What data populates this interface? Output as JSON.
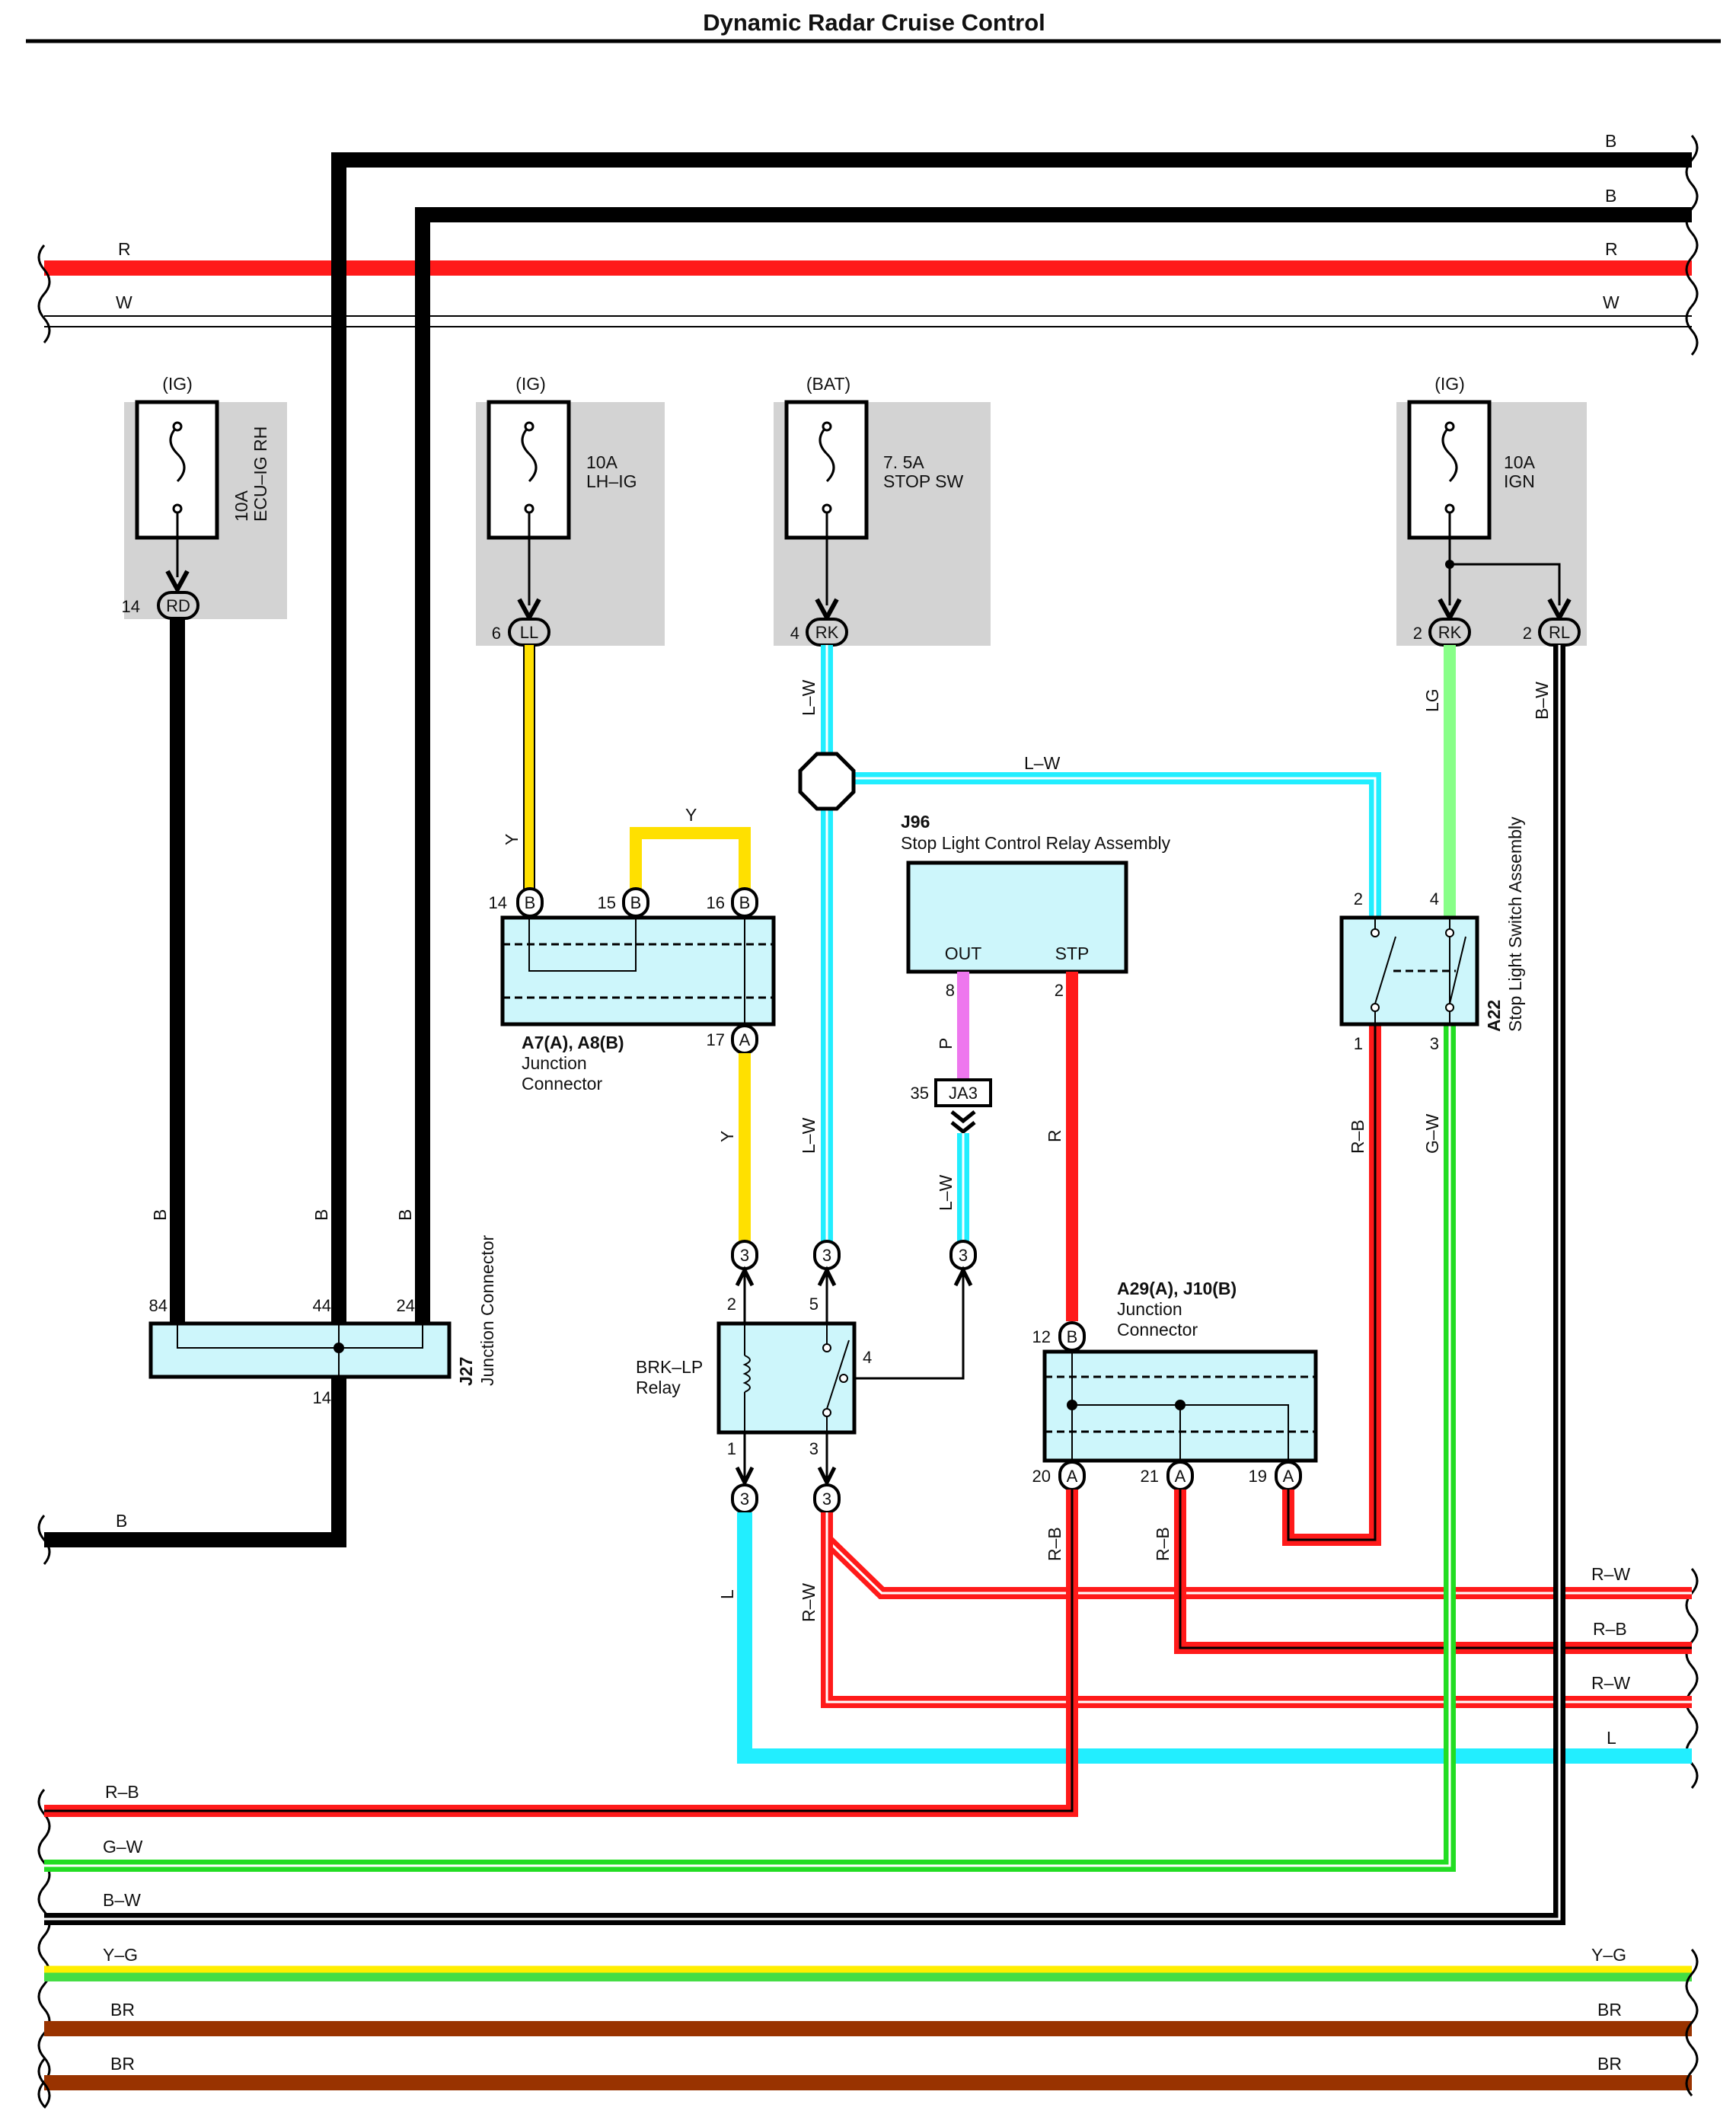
{
  "title": "Dynamic Radar Cruise Control",
  "colors": {
    "B": "#000000",
    "W": "#ffffff",
    "R": "#ff1a1a",
    "Y": "#ffe000",
    "L": "#22eeff",
    "LG": "#88ff88",
    "G": "#22dd22",
    "P": "#ee77ee",
    "BR": "#993300",
    "YG_yellow": "#ffee00",
    "YG_green": "#44dd44",
    "box_fill": "#cdf6fb",
    "fuse_bg": "#d3d3d3"
  },
  "bus_wires": {
    "top": {
      "b1": "B",
      "b2": "B",
      "r": "R",
      "w": "W"
    },
    "bottom": {
      "r_w_1": "R–W",
      "r_b": "R–B",
      "r_w_2": "R–W",
      "l": "L",
      "rb_left": "R–B",
      "gw_left": "G–W",
      "bw_left": "B–W",
      "yg": "Y–G",
      "br1": "BR",
      "br2": "BR",
      "b_left": "B"
    }
  },
  "fuses": {
    "ecu_ig_rh": {
      "supply": "(IG)",
      "amp": "10A",
      "name": "ECU–IG RH",
      "pin": "14",
      "conn": "RD"
    },
    "lh_ig": {
      "supply": "(IG)",
      "amp": "10A",
      "name": "LH–IG",
      "pin": "6",
      "conn": "LL"
    },
    "stop_sw": {
      "supply": "(BAT)",
      "amp": "7. 5A",
      "name": "STOP SW",
      "pin": "4",
      "conn": "RK"
    },
    "ign": {
      "supply": "(IG)",
      "amp": "10A",
      "name": "IGN",
      "pin_rk": "2",
      "conn_rk": "RK",
      "pin_rl": "2",
      "conn_rl": "RL"
    }
  },
  "wire_labels": {
    "y": "Y",
    "lw": "L–W",
    "lg": "LG",
    "bw": "B–W",
    "p": "P",
    "r": "R",
    "rb": "R–B",
    "gw": "G–W",
    "l": "L",
    "rw": "R–W",
    "b": "B"
  },
  "components": {
    "j27": {
      "id": "J27",
      "name": "Junction Connector",
      "pins": [
        "84",
        "44",
        "24",
        "14"
      ]
    },
    "a7": {
      "id": "A7(A), A8(B)",
      "line1": "Junction",
      "line2": "Connector",
      "pins": [
        "14",
        "15",
        "16",
        "17"
      ],
      "conn_b": "B",
      "conn_a": "A"
    },
    "j96": {
      "id": "J96",
      "name": "Stop Light Control Relay Assembly",
      "out": "OUT",
      "stp": "STP",
      "pin_out": "8",
      "pin_stp": "2"
    },
    "ja3": {
      "id": "JA3",
      "pin": "35"
    },
    "brk": {
      "line1": "BRK–LP",
      "line2": "Relay",
      "pins": [
        "2",
        "5",
        "4",
        "1",
        "3"
      ],
      "conn": "3"
    },
    "a29": {
      "id": "A29(A), J10(B)",
      "line1": "Junction",
      "line2": "Connector",
      "pins": [
        "12",
        "20",
        "21",
        "19"
      ],
      "conn_b": "B",
      "conn_a": "A"
    },
    "a22": {
      "id": "A22",
      "name": "Stop Light Switch Assembly",
      "pins": [
        "2",
        "4",
        "1",
        "3"
      ]
    }
  }
}
